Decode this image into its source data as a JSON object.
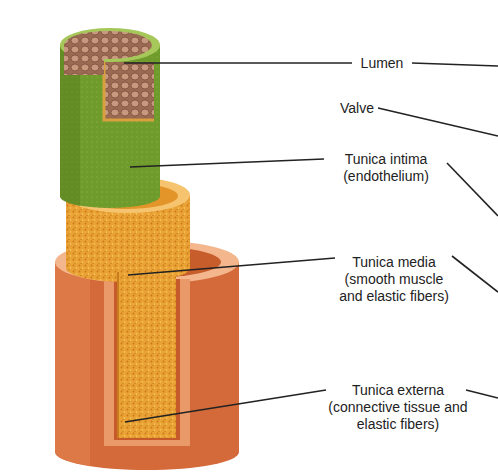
{
  "diagram": {
    "labels": [
      "Lumen",
      "Valve",
      "Tunica intima (endothelium)",
      "Tunica media (smooth muscle and elastic fibers)",
      "Tunica externa (connective tissue and elastic fibers)"
    ]
  }
}
